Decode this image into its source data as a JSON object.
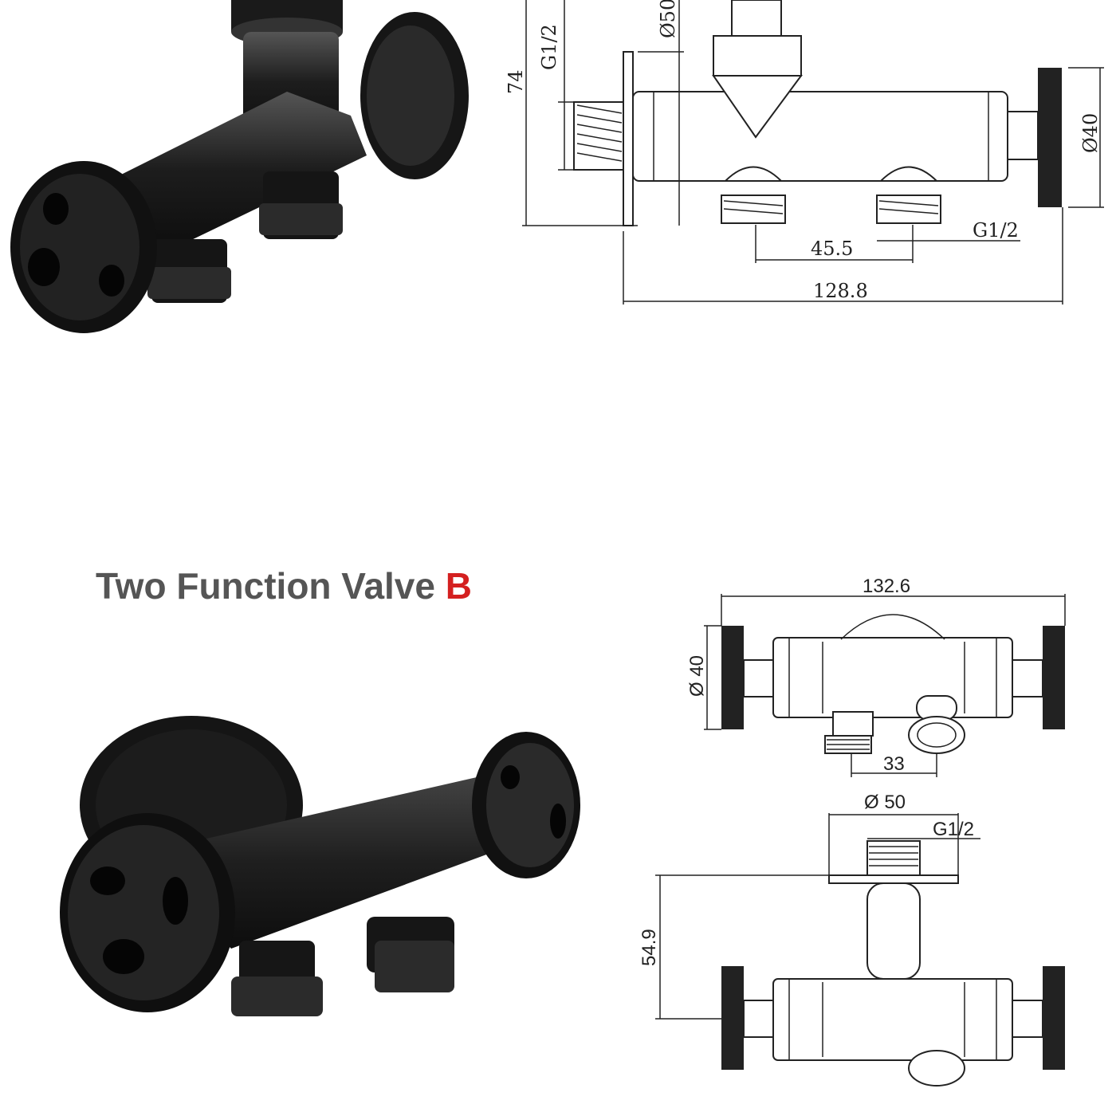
{
  "section_b": {
    "title_main": "Two Function Valve",
    "title_letter": "B",
    "accent_color": "#d42020"
  },
  "drawing_a": {
    "diameter_flange": "Ø50",
    "thread_inlet": "G1/2",
    "height": "74",
    "diameter_knob": "Ø40",
    "outlet_spacing": "45.5",
    "thread_outlet": "G1/2",
    "total_length": "128.8"
  },
  "drawing_b_top": {
    "total_length": "132.6",
    "diameter_knob": "Ø 40",
    "outlet_spacing": "33"
  },
  "drawing_b_bottom": {
    "diameter_flange": "Ø 50",
    "thread_inlet": "G1/2",
    "depth": "54.9"
  }
}
